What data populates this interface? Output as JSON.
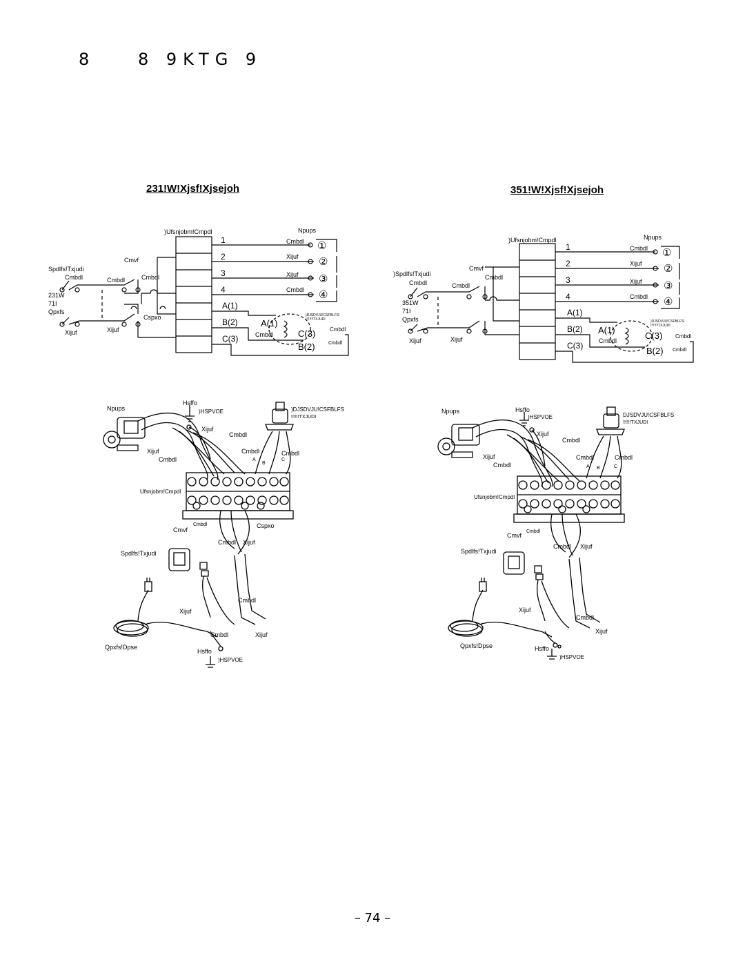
{
  "header": {
    "left": "8",
    "right": "8 9KTG 9"
  },
  "diagrams": [
    {
      "title": "231!W!Xjsf!Xjsejoh",
      "terminal_block": ")Ufsnjobm!Cmpdl",
      "motor": "Npups",
      "blue": "Cmvf",
      "black": "Cmbdl",
      "white": "Xijuf",
      "brown": "Cspxo",
      "spdlfs_txjudi": "Spdlfs!Txjudi",
      "rocker_prefix": "",
      "voltage": "231W",
      "hz": "71I",
      "power": "Qpxfs",
      "terminals": [
        "1",
        "2",
        "3",
        "4",
        "A(1)",
        "B(2)",
        "C(3)"
      ],
      "motor_wires": [
        "Cmbdl",
        "Xijuf",
        "Xijuf",
        "Cmbdl"
      ],
      "motor_numbers": [
        "①",
        "②",
        "③",
        "④"
      ],
      "breaker_a": "A(1)",
      "breaker_c": "C(3)",
      "breaker_b": "B(2)",
      "breaker_black": "Cmbdl",
      "breaker_label": ")DJSDVJU!CSFBLFS!",
      "breaker_label2": "!!!!!!!!TXJUDI"
    },
    {
      "title": "351!W!Xjsf!Xjsejoh",
      "terminal_block": ")Ufsnjobm!Cmpdl",
      "motor": "Npups",
      "blue": "Cmvf",
      "black": "Cmbdl",
      "white": "Xijuf",
      "brown": "",
      "spdlfs_txjudi": "Spdlfs!Txjudi",
      "rocker_prefix": ")",
      "voltage": "351W",
      "hz": "71I",
      "power": "Qpxfs",
      "terminals": [
        "1",
        "2",
        "3",
        "4",
        "A(1)",
        "B(2)",
        "C(3)"
      ],
      "motor_wires": [
        "Cmbdl",
        "Xijuf",
        "Xijuf",
        "Cmbdl"
      ],
      "motor_numbers": [
        "①",
        "②",
        "③",
        "④"
      ],
      "breaker_a": "A(1)",
      "breaker_c": "C(3)",
      "breaker_b": "B(2)",
      "breaker_black": "Cmbdl",
      "breaker_label": ")DJSDVJU!CSFBLFS!",
      "breaker_label2": "!!!!!!!!TXJUDI"
    }
  ],
  "illustrations": [
    {
      "motor": "Npups",
      "green": "Hsffo",
      "ground": ")HSPVOE",
      "breaker": ")DJSDVJU!CSFBLFS",
      "switch": "!!!!!!TXJUDI",
      "white1": "Xijuf",
      "black1": "Cmbdl",
      "white2": "Xijuf",
      "black2": "Cmbdl",
      "black3": "Cmbdl",
      "black4": "Cmbdl",
      "a": "A",
      "b": "B",
      "c": "C",
      "terminal_block": "Ufsnjobm!Cmpdl",
      "black_small": "Cmbdl",
      "brown": "Cspxo",
      "blue": "Cmvf",
      "black5": "Cmbdl",
      "white3": "Xijuf",
      "rocker": "Spdlfs!Txjudi",
      "white4": "Xijuf",
      "black6": "Cmbdl",
      "black7": "Cmbdl",
      "white5": "Xijuf",
      "power_cord": "Qpxfs!Dpse",
      "green2": "Hsffo",
      "ground2": ")HSPVOE"
    },
    {
      "motor": "Npups",
      "green": "Hsffo",
      "ground": ")HSPVOE",
      "breaker": "DJSDVJU!CSFBLFS",
      "switch": "!!!!!!TXJUDI",
      "white1": "Xijuf",
      "black1": "Cmbdl",
      "white2": "Xijuf",
      "black2": "Cmbdl",
      "black3": "Cmbdl",
      "black4": "Cmbdl",
      "a": "A",
      "b": "B",
      "c": "C",
      "terminal_block": "Ufsnjobm!Cmpdl",
      "black_small": "Cmbdl",
      "brown": "",
      "blue": "Cmvf",
      "black5": "Cmbdl",
      "white3": "Xijuf",
      "rocker": "Spdlfs!Txjudi",
      "white4": "Xijuf",
      "black6": "Cmbdl",
      "black7": "",
      "white5": "Xijuf",
      "power_cord": "Qpxfs!Dpse",
      "green2": "Hsffo",
      "ground2": ")HSPVOE"
    }
  ],
  "page_number": "– 74 –"
}
